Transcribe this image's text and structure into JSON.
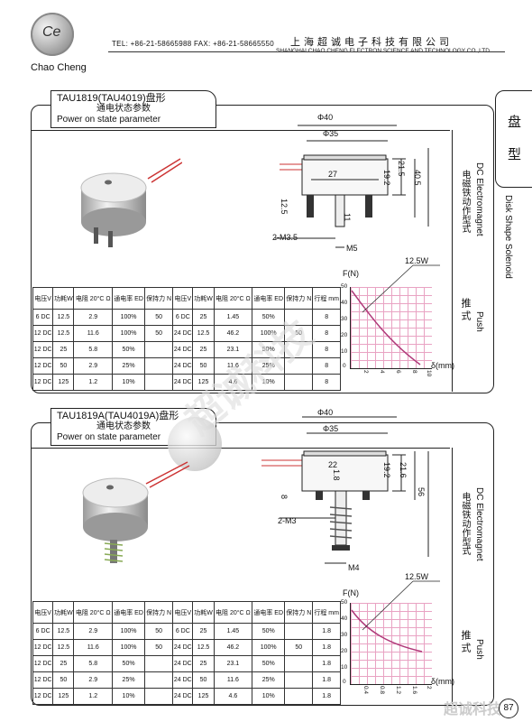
{
  "header": {
    "logo_text": "Chao Cheng",
    "logo_glyph": "Ce",
    "contact": "TEL: +86-21-58665988  FAX: +86-21-58665550",
    "company_cn": "上海超诚电子科技有限公司",
    "company_en": "SHANGHAI CHAO CHENG ELECTRON SCIENCE AND TECHNOLOGY CO.,LTD."
  },
  "side_tab": {
    "cn": "盘 型",
    "en": "Disk Shape Solenoid"
  },
  "section1": {
    "title": "TAU1819(TAU4019)盘形",
    "subtitle_cn": "通电状态参数",
    "subtitle_en": "Power on state parameter",
    "side_label_en": "DC Electromagnet",
    "side_label_cn": "电磁铁动作型式",
    "mode_cn": "推 式",
    "mode_en": "Push",
    "dims": {
      "d_outer": "Φ40",
      "d_inner": "Φ35",
      "w27": "27",
      "h192": "19.2",
      "h215": "21.5",
      "h405": "40.5",
      "h125": "12.5",
      "h11": "11",
      "thread": "2-M3.5",
      "m5": "M5"
    },
    "table": {
      "headers": [
        "电压V",
        "功耗W",
        "电阻 20°C Ω",
        "通电率 ED",
        "保持力 N",
        "电压V",
        "功耗W",
        "电阻 20°C Ω",
        "通电率 ED",
        "保持力 N",
        "行程 mm"
      ],
      "rows": [
        [
          "6 DC",
          "12.5",
          "2.9",
          "100%",
          "50",
          "6 DC",
          "25",
          "1.45",
          "50%",
          "",
          "8"
        ],
        [
          "12 DC",
          "12.5",
          "11.6",
          "100%",
          "50",
          "24 DC",
          "12.5",
          "46.2",
          "100%",
          "50",
          "8"
        ],
        [
          "12 DC",
          "25",
          "5.8",
          "50%",
          "",
          "24 DC",
          "25",
          "23.1",
          "50%",
          "",
          "8"
        ],
        [
          "12 DC",
          "50",
          "2.9",
          "25%",
          "",
          "24 DC",
          "50",
          "11.6",
          "25%",
          "",
          "8"
        ],
        [
          "12 DC",
          "125",
          "1.2",
          "10%",
          "",
          "24 DC",
          "125",
          "4.6",
          "10%",
          "",
          "8"
        ]
      ]
    },
    "chart": {
      "ylabel": "F(N)",
      "xlabel": "δ(mm)",
      "series": "12.5W",
      "yticks": [
        "50",
        "40",
        "30",
        "20",
        "10",
        "0"
      ],
      "xticks": [
        "2",
        "4",
        "6",
        "8",
        "10"
      ]
    }
  },
  "section2": {
    "title": "TAU1819A(TAU4019A)盘形",
    "subtitle_cn": "通电状态参数",
    "subtitle_en": "Power on state parameter",
    "side_label_en": "DC Electromagnet",
    "side_label_cn": "电磁铁动作型式",
    "mode_cn": "推 式",
    "mode_en": "Push",
    "dims": {
      "d_outer": "Φ40",
      "d_inner": "Φ35",
      "w22": "22",
      "h192": "19.2",
      "h216": "21.6",
      "h56": "56",
      "h18": "1.8",
      "h8": "8",
      "thread": "2-M3",
      "m4": "M4"
    },
    "table": {
      "headers": [
        "电压V",
        "功耗W",
        "电阻 20°C Ω",
        "通电率 ED",
        "保持力 N",
        "电压V",
        "功耗W",
        "电阻 20°C Ω",
        "通电率 ED",
        "保持力 N",
        "行程 mm"
      ],
      "rows": [
        [
          "6 DC",
          "12.5",
          "2.9",
          "100%",
          "50",
          "6 DC",
          "25",
          "1.45",
          "50%",
          "",
          "1.8"
        ],
        [
          "12 DC",
          "12.5",
          "11.6",
          "100%",
          "50",
          "24 DC",
          "12.5",
          "46.2",
          "100%",
          "50",
          "1.8"
        ],
        [
          "12 DC",
          "25",
          "5.8",
          "50%",
          "",
          "24 DC",
          "25",
          "23.1",
          "50%",
          "",
          "1.8"
        ],
        [
          "12 DC",
          "50",
          "2.9",
          "25%",
          "",
          "24 DC",
          "50",
          "11.6",
          "25%",
          "",
          "1.8"
        ],
        [
          "12 DC",
          "125",
          "1.2",
          "10%",
          "",
          "24 DC",
          "125",
          "4.6",
          "10%",
          "",
          "1.8"
        ]
      ]
    },
    "chart": {
      "ylabel": "F(N)",
      "xlabel": "δ(mm)",
      "series": "12.5W",
      "yticks": [
        "50",
        "40",
        "30",
        "20",
        "10",
        "0"
      ],
      "xticks": [
        "0.4",
        "0.8",
        "1.2",
        "1.6",
        "2"
      ]
    }
  },
  "footer": {
    "page_number": "87",
    "watermark_cn": "超诚科技"
  }
}
